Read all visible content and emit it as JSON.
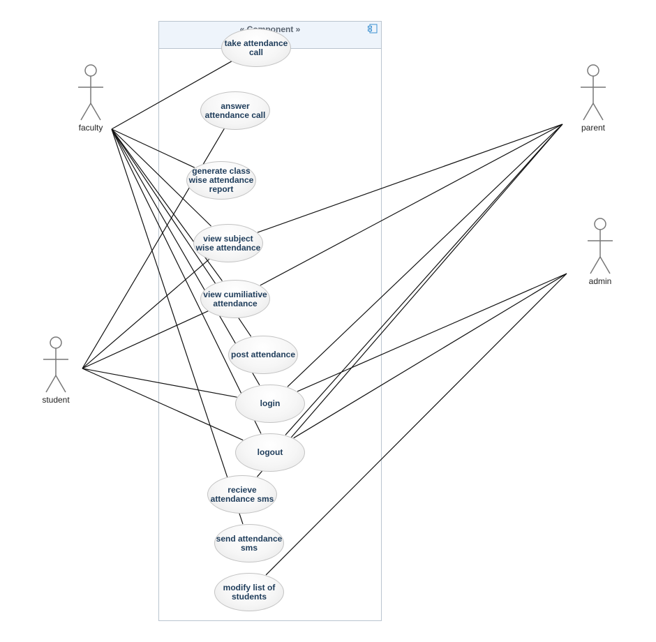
{
  "component": {
    "stereotype": "« Component »",
    "icon": "component-icon"
  },
  "actors": [
    {
      "id": "faculty",
      "label": "faculty"
    },
    {
      "id": "parent",
      "label": "parent"
    },
    {
      "id": "admin",
      "label": "admin"
    },
    {
      "id": "student",
      "label": "student"
    }
  ],
  "use_cases": [
    {
      "id": "take-attendance-call",
      "label": "take attendance\ncall"
    },
    {
      "id": "answer-attendance-call",
      "label": "answer\nattendance call"
    },
    {
      "id": "generate-report",
      "label": "generate class\nwise attendance\nreport"
    },
    {
      "id": "view-subject-wise",
      "label": "view subject\nwise attendance"
    },
    {
      "id": "view-cumiliative",
      "label": "view cumiliative\nattendance"
    },
    {
      "id": "post-attendance",
      "label": "post attendance"
    },
    {
      "id": "login",
      "label": "login"
    },
    {
      "id": "logout",
      "label": "logout"
    },
    {
      "id": "recieve-sms",
      "label": "recieve\nattendance sms"
    },
    {
      "id": "send-sms",
      "label": "send attendance\nsms"
    },
    {
      "id": "modify-students",
      "label": "modify list of\nstudents"
    }
  ],
  "associations": [
    [
      "faculty",
      "take-attendance-call"
    ],
    [
      "faculty",
      "generate-report"
    ],
    [
      "faculty",
      "view-cumiliative"
    ],
    [
      "faculty",
      "post-attendance"
    ],
    [
      "faculty",
      "login"
    ],
    [
      "faculty",
      "logout"
    ],
    [
      "faculty",
      "send-sms"
    ],
    [
      "faculty",
      "view-subject-wise"
    ],
    [
      "student",
      "answer-attendance-call"
    ],
    [
      "student",
      "view-subject-wise"
    ],
    [
      "student",
      "view-cumiliative"
    ],
    [
      "student",
      "login"
    ],
    [
      "student",
      "logout"
    ],
    [
      "parent",
      "view-subject-wise"
    ],
    [
      "parent",
      "view-cumiliative"
    ],
    [
      "parent",
      "login"
    ],
    [
      "parent",
      "logout"
    ],
    [
      "parent",
      "recieve-sms"
    ],
    [
      "admin",
      "login"
    ],
    [
      "admin",
      "logout"
    ],
    [
      "admin",
      "modify-students"
    ]
  ],
  "colors": {
    "line": "#111111",
    "label": "#1e3c5a",
    "frame": "#b9c4cf",
    "header": "#eef4fb"
  }
}
